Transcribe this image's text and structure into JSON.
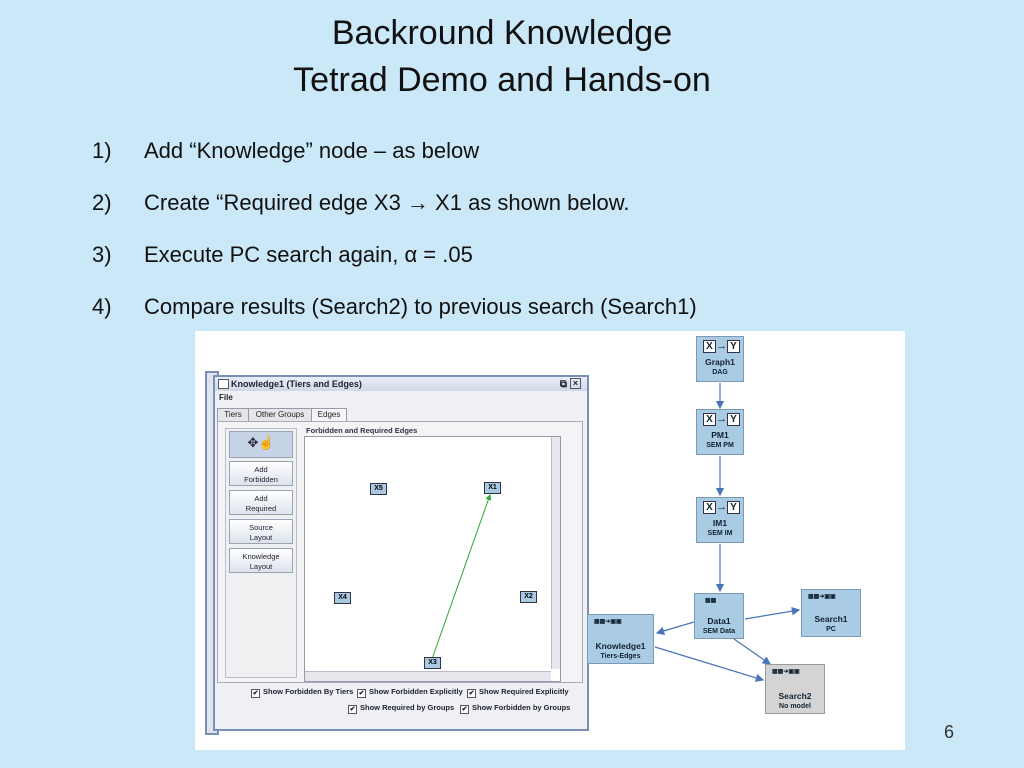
{
  "slide": {
    "title_line1": "Backround Knowledge",
    "title_line2": "Tetrad Demo and Hands-on",
    "page_number": "6"
  },
  "bullets": [
    {
      "num": "1)",
      "text": "Add “Knowledge” node – as below"
    },
    {
      "num": "2)",
      "text": "Create “Required edge X3 → X1 as shown below."
    },
    {
      "num": "3)",
      "text": "Execute PC search again, α = .05"
    },
    {
      "num": "4)",
      "text": "Compare results (Search2) to previous search (Search1)"
    }
  ],
  "window": {
    "title": "Knowledge1 (Tiers and Edges)",
    "menu_file": "File",
    "tabs": [
      "Tiers",
      "Other Groups",
      "Edges"
    ],
    "active_tab": "Edges",
    "panel_label": "Forbidden and Required Edges",
    "side_buttons": [
      {
        "line1": "Add",
        "line2": "Forbidden"
      },
      {
        "line1": "Add",
        "line2": "Required"
      },
      {
        "line1": "Source",
        "line2": "Layout"
      },
      {
        "line1": "Knowledge",
        "line2": "Layout"
      }
    ],
    "nodes": [
      "X5",
      "X1",
      "X4",
      "X2",
      "X3"
    ],
    "required_edge": {
      "from": "X3",
      "to": "X1"
    },
    "checkboxes": [
      {
        "label": "Show Forbidden By Tiers",
        "checked": true
      },
      {
        "label": "Show Forbidden Explicitly",
        "checked": true
      },
      {
        "label": "Show Required Explicitly",
        "checked": true
      },
      {
        "label": "Show Required by Groups",
        "checked": true
      },
      {
        "label": "Show Forbidden by Groups",
        "checked": true
      }
    ]
  },
  "flow": {
    "nodes": [
      {
        "name": "Graph1",
        "sub": "DAG"
      },
      {
        "name": "PM1",
        "sub": "SEM PM"
      },
      {
        "name": "IM1",
        "sub": "SEM IM"
      },
      {
        "name": "Data1",
        "sub": "SEM Data"
      },
      {
        "name": "Search1",
        "sub": "PC"
      },
      {
        "name": "Knowledge1",
        "sub": "Tiers-Edges"
      },
      {
        "name": "Search2",
        "sub": "No model"
      }
    ],
    "icon_x": "X",
    "icon_y": "Y"
  },
  "colors": {
    "background": "#cbe8f8",
    "node_fill": "#a9cbe3",
    "required_edge": "#2fa82f",
    "flow_arrow": "#4a74b8"
  }
}
